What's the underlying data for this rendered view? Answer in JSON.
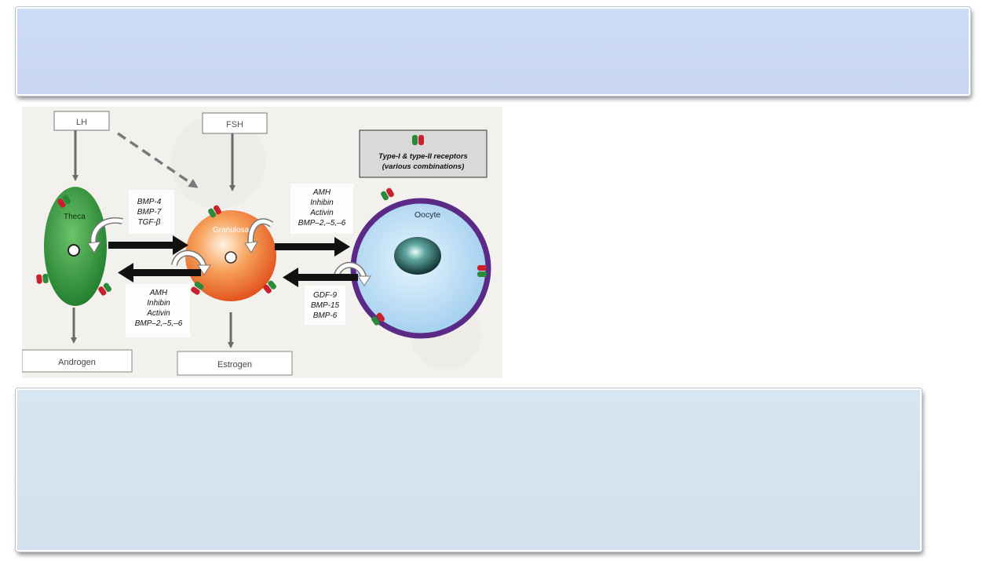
{
  "page": {
    "background": "#ffffff",
    "top_panel": {
      "color": "#cddcf6"
    },
    "bottom_panel": {
      "color": "#d8e5f2"
    }
  },
  "diagram": {
    "hormone_boxes": {
      "lh": "LH",
      "fsh": "FSH"
    },
    "cells": {
      "theca": "Theca",
      "granulosa": "Granulosa",
      "oocyte": "Oocyte"
    },
    "products": {
      "androgen": "Androgen",
      "estrogen": "Estrogen"
    },
    "legend": {
      "line1": "Type-I & type-II receptors",
      "line2": "(various combinations)"
    },
    "signals": {
      "theca_to_granulosa": [
        "BMP-4",
        "BMP-7",
        "TGF-β"
      ],
      "granulosa_to_theca": [
        "AMH",
        "Inhibin",
        "Activin",
        "BMP–2,–5,–6"
      ],
      "granulosa_to_oocyte": [
        "AMH",
        "Inhibin",
        "Activin",
        "BMP–2,–5,–6"
      ],
      "oocyte_to_granulosa": [
        "GDF-9",
        "BMP-15",
        "BMP-6"
      ]
    },
    "colors": {
      "theca": "#2e9a3c",
      "granulosa": "#ee6a1e",
      "oocyte": "#b9dcf3",
      "oocyte_membrane": "#5a2a86",
      "receptor_red": "#c8202c",
      "receptor_green": "#2a8a3a"
    }
  }
}
